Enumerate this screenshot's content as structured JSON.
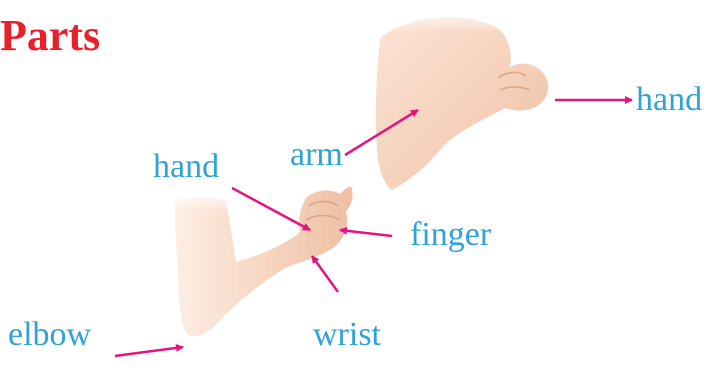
{
  "title": "Parts",
  "labels": {
    "hand_right": "hand",
    "arm": "arm",
    "hand_left": "hand",
    "finger": "finger",
    "elbow": "elbow",
    "wrist": "wrist"
  },
  "colors": {
    "title": "#e8202a",
    "label": "#2fa3d8",
    "arrow": "#e6127f",
    "skin": "#f6d2bc"
  }
}
